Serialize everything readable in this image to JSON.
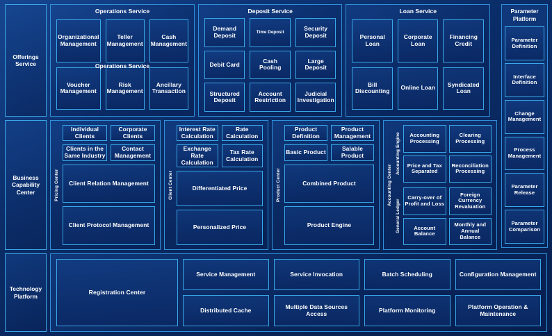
{
  "rows": [
    {
      "spine_label": "Offerings Service",
      "groups": [
        {
          "title": "Operations Service",
          "ghost_title": "Operations Service",
          "tiles": [
            "Organizational Management",
            "Teller Management",
            "Cash Management",
            "Voucher Management",
            "Risk Management",
            "Ancillary Transaction"
          ]
        },
        {
          "title": "Deposit Service",
          "tiles": [
            "Demand Deposit",
            "Time Deposit",
            "Security Deposit",
            "Debit Card",
            "Cash Pooling",
            "Large Deposit",
            "Structured Deposit",
            "Account Restriction",
            "Judicial Investigation"
          ],
          "small_tiles": [
            "Time Deposit"
          ]
        },
        {
          "title": "Loan Service",
          "tiles": [
            "Personal Loan",
            "Corporate Loan",
            "Financing Credit",
            "Bill Discounting",
            "Online Loan",
            "Syndicated Loan"
          ]
        }
      ]
    },
    {
      "spine_label": "Business Capability Center",
      "groups": [
        {
          "vlabel": "Pricing Center",
          "pair_tiles": [
            "Individual Clients",
            "Corporate Clients",
            "Clients in the Same Industry",
            "Contact Management"
          ],
          "wide_tiles": [
            "Client Relation Management",
            "Client Protocol Management"
          ]
        },
        {
          "vlabel": "Client Center",
          "pair_tiles": [
            "Interest Rate Calculation",
            "Rate Calculation",
            "Exchange Rate Calculation",
            "Tax Rate Calculation"
          ],
          "wide_tiles": [
            "Differentiated Price",
            "Personalized Price"
          ]
        },
        {
          "vlabel": "Product Center",
          "pair_tiles": [
            "Product Definition",
            "Product Management",
            "Basic Product",
            "Salable Product"
          ],
          "wide_tiles": [
            "Combined Product",
            "Product Engine"
          ]
        },
        {
          "vlabel": "Accounting Center",
          "subgroups": [
            {
              "vlabel": "Accounting Engine",
              "tiles": [
                "Accounting Processing",
                "Clearing Processing",
                "Price and Tax Separated",
                "Reconciliation Processing"
              ]
            },
            {
              "vlabel": "General Ledger",
              "tiles": [
                "Carry-over of Profit and Loss",
                "Foreign Currency Revaluation",
                "Account Balance",
                "Monthly and Annual Balance"
              ]
            }
          ]
        }
      ]
    },
    {
      "spine_label": "Technology Platform",
      "tech": {
        "registration": "Registration Center",
        "columns": [
          [
            "Service Management",
            "Distributed Cache"
          ],
          [
            "Service Invocation",
            "Multiple Data Sources Access"
          ],
          [
            "Batch Scheduling",
            "Platform Monitoring"
          ],
          [
            "Configuration Management",
            "Platform Operation & Maintenance"
          ]
        ]
      }
    }
  ],
  "parameter_platform": {
    "title": "Parameter Platform",
    "tiles": [
      "Parameter Definition",
      "Interface Definition",
      "Change Management",
      "Process Management",
      "Parameter Release",
      "Parameter Comparison"
    ]
  },
  "colors": {
    "background": "#0b2e6e",
    "tile_border": "#38a8e8",
    "panel_border": "#2f8fd8",
    "text": "#ffffff"
  }
}
